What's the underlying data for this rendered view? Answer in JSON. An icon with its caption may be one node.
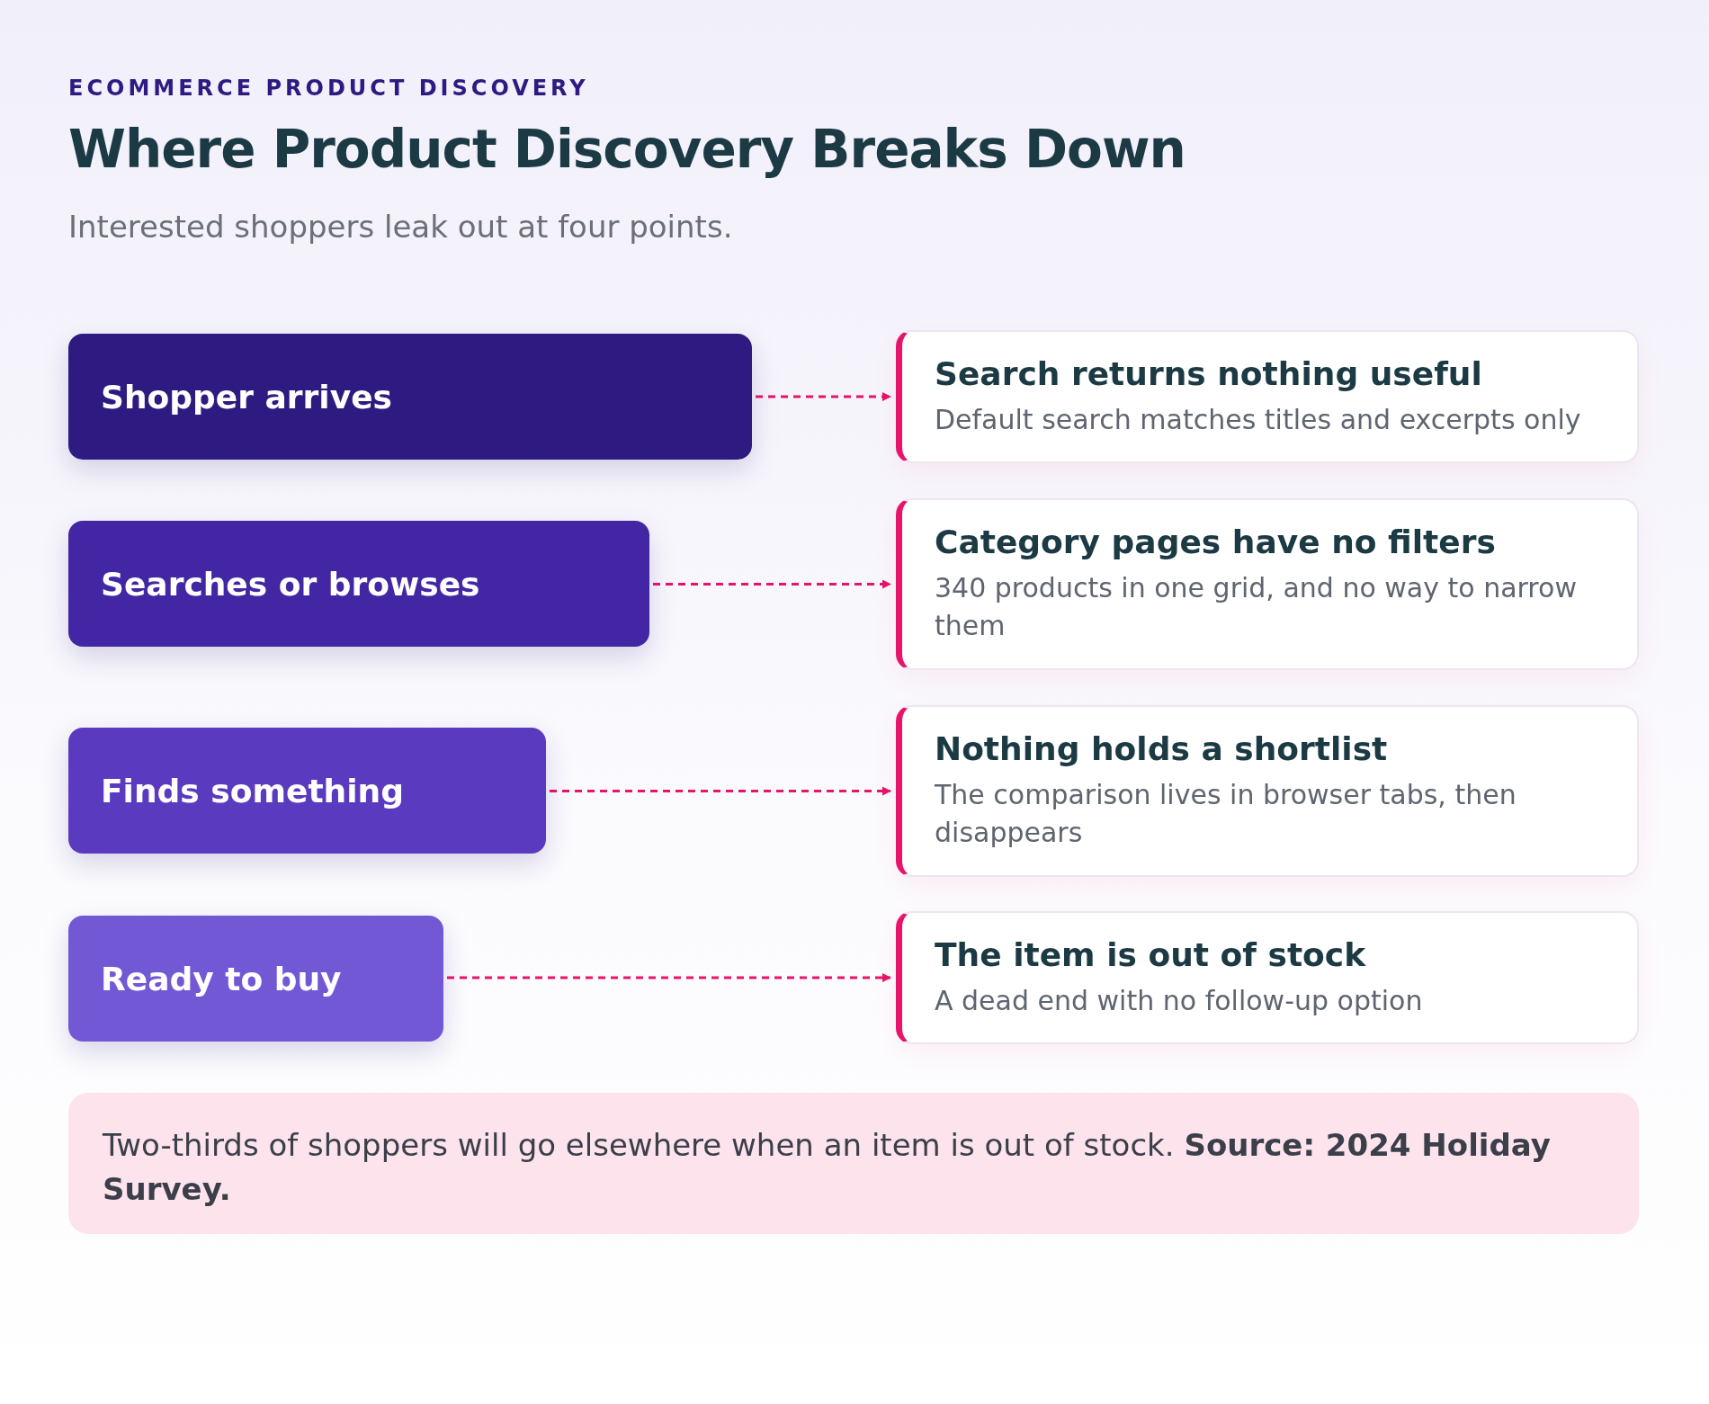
{
  "diagram": {
    "title": "Where Product Discovery Breaks Down",
    "nodes": [
      {
        "text": [
          "Shopper arrives"
        ]
      },
      {
        "text": [
          "Searches or browses"
        ]
      },
      {
        "text": [
          "Finds something"
        ]
      },
      {
        "text": [
          "Ready to buy"
        ]
      },
      {
        "text": [
          "Search returns nothing useful",
          "Default search matches titles and excerpts only"
        ]
      },
      {
        "text": [
          "Category pages have no filters",
          "340 products in one grid, and no way to narrow them"
        ]
      },
      {
        "text": [
          "Nothing holds a shortlist",
          "The comparison lives in browser tabs, then disappears"
        ]
      },
      {
        "text": [
          "The item is out of stock",
          "A dead end with no follow-up option"
        ]
      },
      {
        "text": [
          "Two-thirds of shoppers will go elsewhere when an item is out of stock. **Source: 2024 Holiday Survey.**"
        ]
      }
    ],
    "edges": [
      {
        "from": 0,
        "to": 4,
        "arrow": "to",
        "style": "dashed"
      },
      {
        "from": 1,
        "to": 5,
        "arrow": "to",
        "style": "dashed"
      },
      {
        "from": 2,
        "to": 6,
        "arrow": "to",
        "style": "dashed"
      },
      {
        "from": 3,
        "to": 7,
        "arrow": "to",
        "style": "dashed"
      }
    ],
    "labels": [
      "ECOMMERCE PRODUCT DISCOVERY",
      "Interested shoppers leak out at four points."
    ]
  }
}
